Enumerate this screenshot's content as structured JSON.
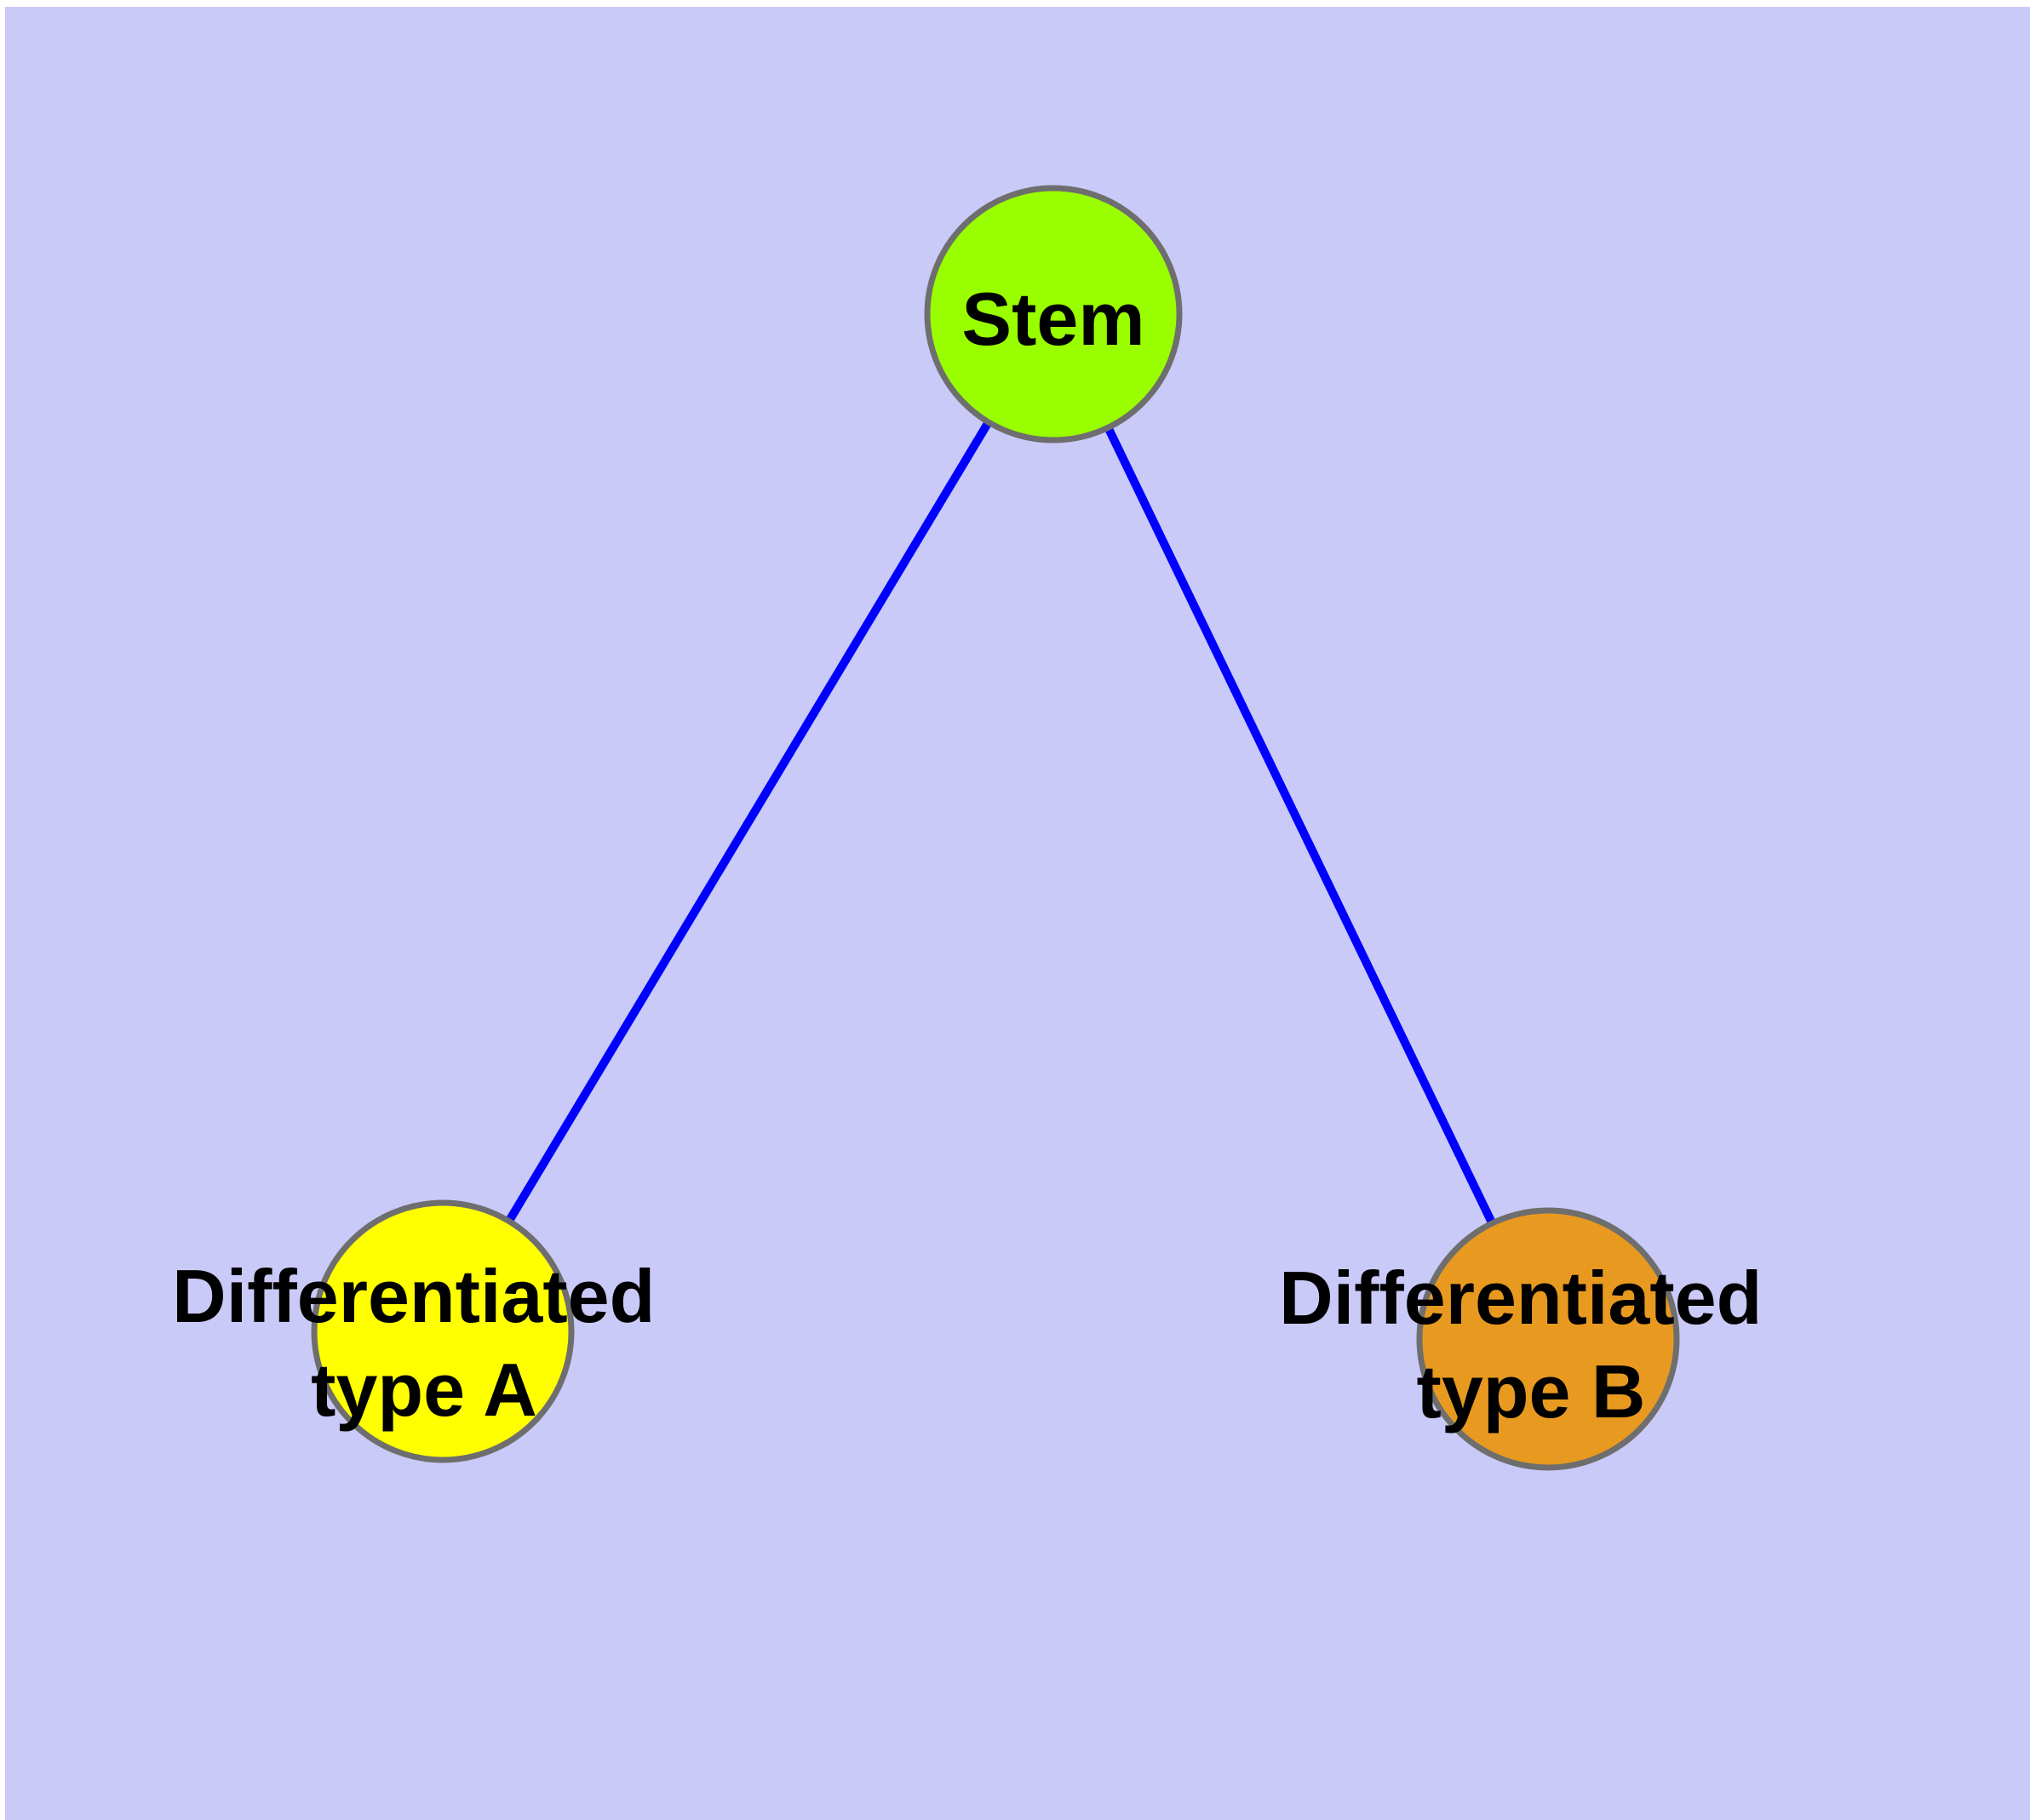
{
  "diagram": {
    "background_color": "#CACAF8",
    "margin_color": "#FFFFFF",
    "edge_color": "#0000FF",
    "node_border_color": "#6E6E6E",
    "text_color": "#000000",
    "nodes": [
      {
        "id": "stem",
        "label": "Stem",
        "fill": "#99FF00"
      },
      {
        "id": "differentiated-type-a",
        "label_line1": "Differentiated",
        "label_line2": "type A",
        "fill": "#FFFF00"
      },
      {
        "id": "differentiated-type-b",
        "label_line1": "Differentiated",
        "label_line2": "type B",
        "fill": "#E89A20"
      }
    ],
    "edges": [
      {
        "from": "Stem",
        "to": "Differentiated type A"
      },
      {
        "from": "Stem",
        "to": "Differentiated type B"
      }
    ]
  }
}
